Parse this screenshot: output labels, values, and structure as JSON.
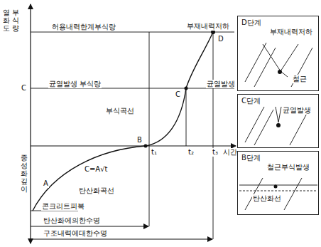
{
  "diagram": {
    "nodes": [
      {
        "text": [
          "D단계",
          "부재내력저하",
          "철근"
        ]
      },
      {
        "text": [
          "C단계",
          "균열발생"
        ]
      },
      {
        "text": [
          "B단계",
          "철근부식발생",
          "탄산화선"
        ]
      }
    ],
    "labels": [
      "부식량",
      "열화도",
      "허용내력한계부식량",
      "부재내력저하",
      "D",
      "C",
      "균열발생 부식량",
      "균열발생",
      "부식곡선",
      "C",
      "B",
      "t₁",
      "t₂",
      "t₃",
      "시간",
      "중성화깊이",
      "A",
      "C=A√t",
      "탄산화곡선",
      "콘크리트피복",
      "탄산화에의한수명",
      "구조내력에대한수명"
    ]
  }
}
